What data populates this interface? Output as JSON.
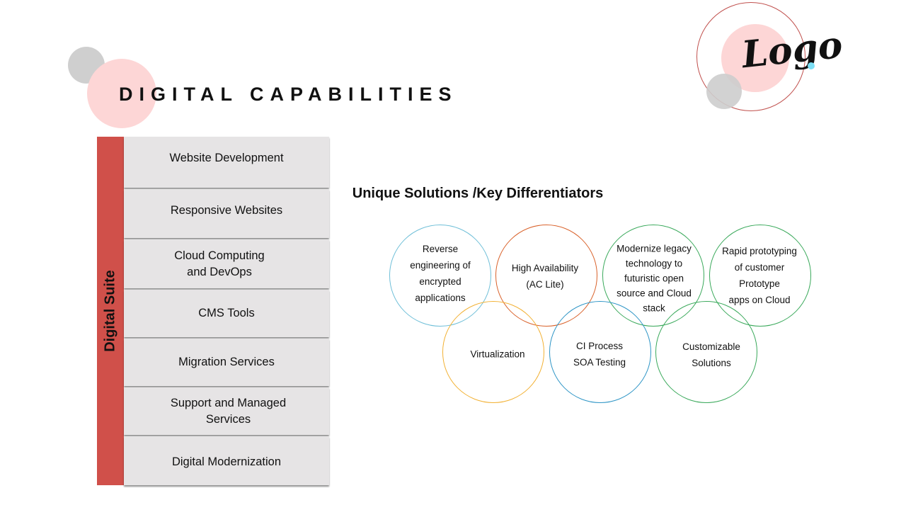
{
  "title": "DIGITAL CAPABILITIES",
  "logo": {
    "text": "Logo"
  },
  "suite": {
    "label": "Digital Suite",
    "items": [
      {
        "label": "Website Development"
      },
      {
        "label": "Responsive Websites"
      },
      {
        "lines": [
          "Cloud Computing",
          "and DevOps"
        ]
      },
      {
        "label": "CMS Tools"
      },
      {
        "label": "Migration Services"
      },
      {
        "lines": [
          "Support and Managed",
          "Services"
        ]
      },
      {
        "label": "Digital Modernization"
      }
    ]
  },
  "differentiators": {
    "heading": "Unique Solutions /Key Differentiators",
    "circles": [
      {
        "lines": [
          "Reverse",
          "engineering of",
          "encrypted",
          "applications"
        ],
        "color": "#6fbfd8"
      },
      {
        "lines": [
          "High Availability",
          "(AC Lite)"
        ],
        "color": "#d9622b"
      },
      {
        "lines": [
          "Modernize legacy",
          "technology to",
          "futuristic open",
          "source and Cloud",
          "stack"
        ],
        "color": "#3aa95b"
      },
      {
        "lines": [
          "Rapid prototyping",
          "of customer",
          "Prototype",
          "apps on Cloud"
        ],
        "color": "#3aa95b"
      },
      {
        "lines": [
          "Virtualization"
        ],
        "color": "#f2b134"
      },
      {
        "lines": [
          "CI Process",
          "SOA Testing"
        ],
        "color": "#2e95c6"
      },
      {
        "lines": [
          "Customizable",
          "Solutions"
        ],
        "color": "#3aa95b"
      }
    ]
  }
}
